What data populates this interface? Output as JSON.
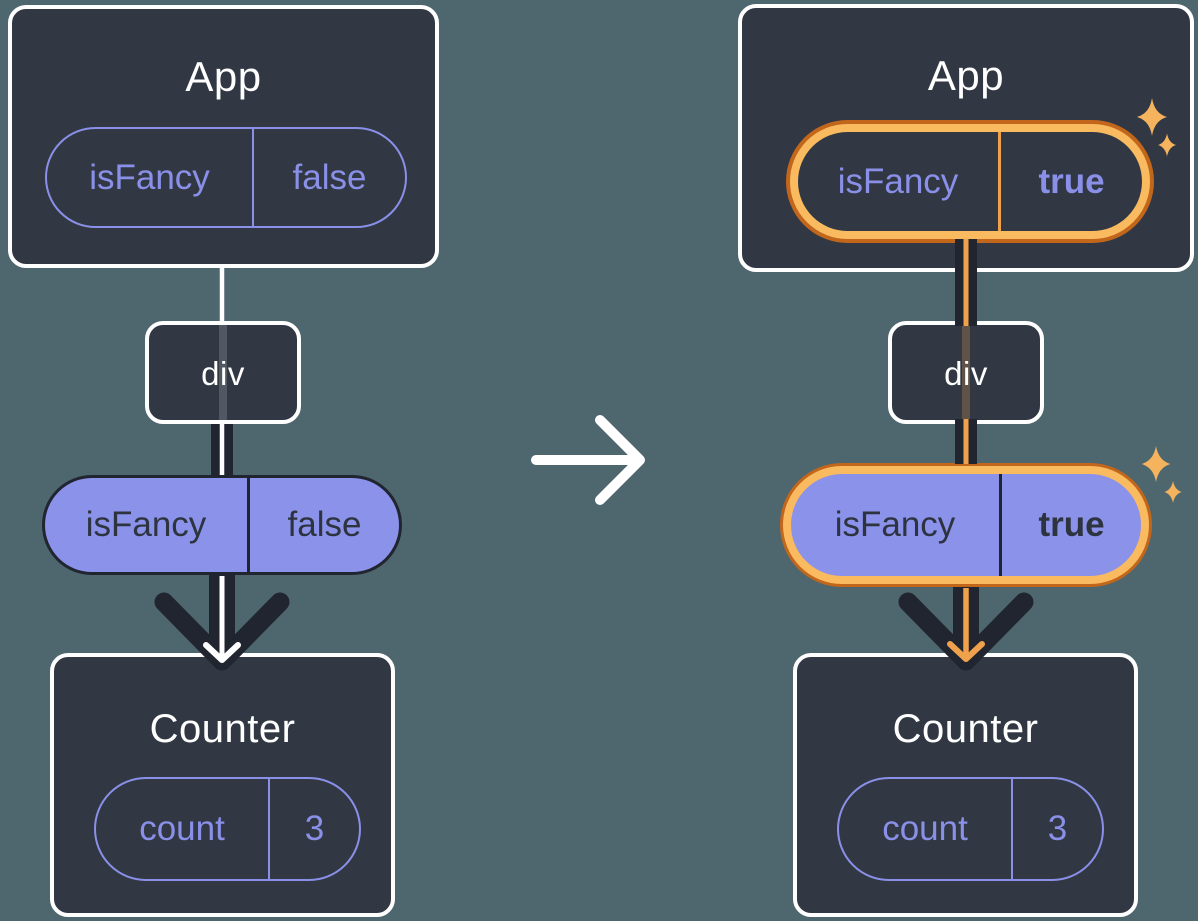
{
  "colors": {
    "background": "#4e666e",
    "box_fill": "#313844",
    "box_border": "#ffffff",
    "purple_outline": "#8a90e8",
    "purple_fill": "#8b92ea",
    "dark_ink": "#20252f",
    "dark_text": "#2d333f",
    "highlight_border": "#c2661c",
    "highlight_fill": "#f9ba60",
    "highlight_line": "#f0a14b",
    "sparkle": "#f6b35e"
  },
  "transition": {
    "arrow_icon": "right-arrow"
  },
  "before": {
    "app": {
      "title": "App",
      "prop": {
        "name": "isFancy",
        "value": "false"
      }
    },
    "div": {
      "label": "div"
    },
    "passed_prop": {
      "name": "isFancy",
      "value": "false"
    },
    "counter": {
      "title": "Counter",
      "state": {
        "name": "count",
        "value": "3"
      }
    }
  },
  "after": {
    "app": {
      "title": "App",
      "prop": {
        "name": "isFancy",
        "value": "true"
      }
    },
    "div": {
      "label": "div"
    },
    "passed_prop": {
      "name": "isFancy",
      "value": "true"
    },
    "counter": {
      "title": "Counter",
      "state": {
        "name": "count",
        "value": "3"
      }
    }
  }
}
